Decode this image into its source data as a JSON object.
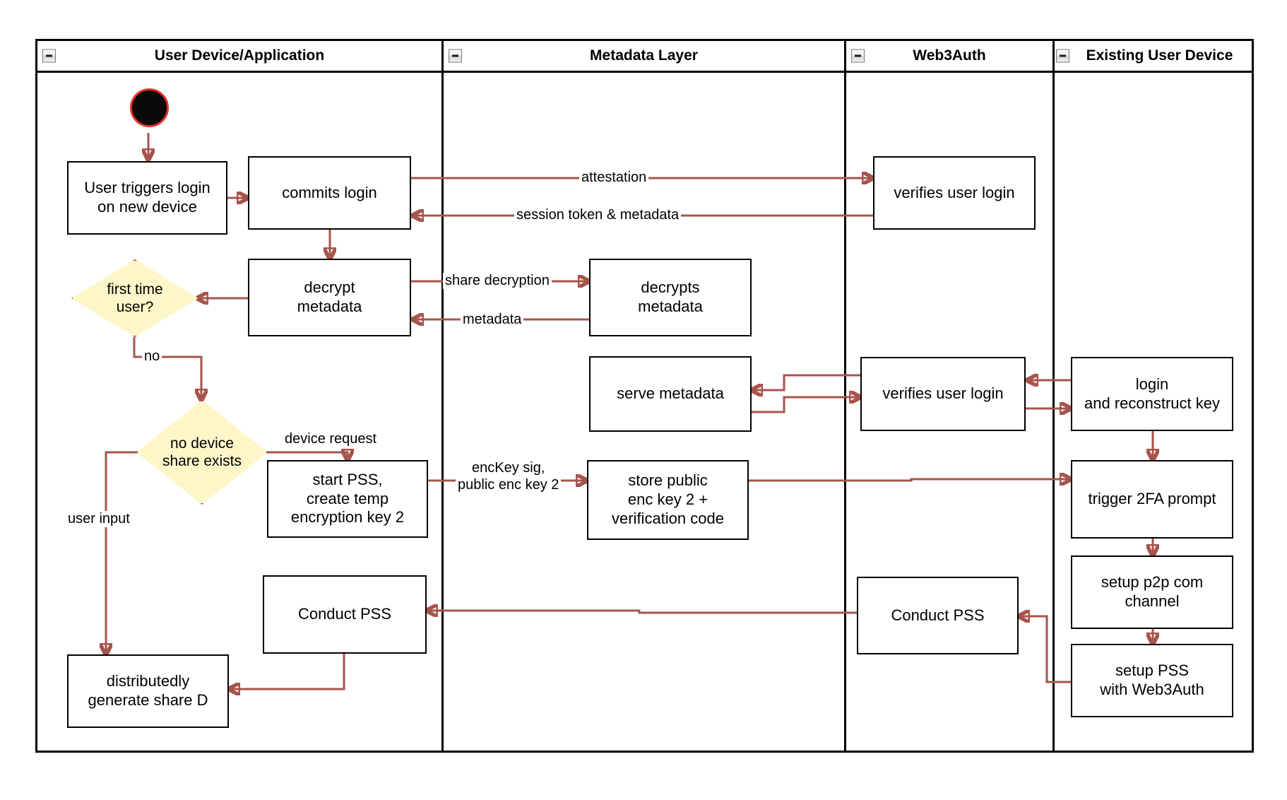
{
  "diagram": {
    "title": "Web3Auth new-device login swimlane activity diagram",
    "accent_edge_color": "#a6544c",
    "decision_fill_color": "#fdf6c9",
    "decision_border_color": "#e8312a",
    "node_border_color": "#000000",
    "start_node_color": "#0a0a0a"
  },
  "lanes": [
    {
      "id": "user-device",
      "label": "User Device/Application",
      "collapse_icon": "minus-icon"
    },
    {
      "id": "metadata-layer",
      "label": "Metadata Layer",
      "collapse_icon": "minus-icon"
    },
    {
      "id": "web3auth",
      "label": "Web3Auth",
      "collapse_icon": "minus-icon"
    },
    {
      "id": "existing-user-device",
      "label": "Existing User Device",
      "collapse_icon": "minus-icon"
    }
  ],
  "nodes": {
    "start": {
      "type": "start",
      "label": ""
    },
    "user_triggers_login": {
      "type": "action",
      "label": "User triggers login\non new device"
    },
    "commits_login": {
      "type": "action",
      "label": "commits login"
    },
    "first_time_user": {
      "type": "decision",
      "label": "first time\nuser?"
    },
    "decrypt_metadata": {
      "type": "action",
      "label": "decrypt\nmetadata"
    },
    "no_device_share_exists": {
      "type": "decision",
      "label": "no device\nshare exists"
    },
    "start_pss": {
      "type": "action",
      "label": "start PSS,\ncreate temp\nencryption key 2"
    },
    "conduct_pss_left": {
      "type": "action",
      "label": "Conduct PSS"
    },
    "distributedly_generate_share_d": {
      "type": "action",
      "label": "distributedly\ngenerate share D"
    },
    "decrypts_metadata": {
      "type": "action",
      "label": "decrypts\nmetadata"
    },
    "serve_metadata": {
      "type": "action",
      "label": "serve metadata"
    },
    "store_public_enc_key": {
      "type": "action",
      "label": "store public\nenc key 2 +\nverification code"
    },
    "verifies_user_login_top": {
      "type": "action",
      "label": "verifies user login"
    },
    "verifies_user_login_mid": {
      "type": "action",
      "label": "verifies user login"
    },
    "conduct_pss_right": {
      "type": "action",
      "label": "Conduct PSS"
    },
    "login_and_reconstruct_key": {
      "type": "action",
      "label": "login\nand reconstruct key"
    },
    "trigger_2fa_prompt": {
      "type": "action",
      "label": "trigger 2FA prompt"
    },
    "setup_p2p_com_channel": {
      "type": "action",
      "label": "setup p2p com\nchannel"
    },
    "setup_pss_with_web3auth": {
      "type": "action",
      "label": "setup PSS\nwith Web3Auth"
    }
  },
  "edge_labels": {
    "attestation": "attestation",
    "session_token_metadata": "session token & metadata",
    "share_decryption": "share decryption",
    "metadata": "metadata",
    "no": "no",
    "device_request": "device request",
    "user_input": "user input",
    "enckey_sig": "encKey sig,\npublic enc key 2"
  }
}
